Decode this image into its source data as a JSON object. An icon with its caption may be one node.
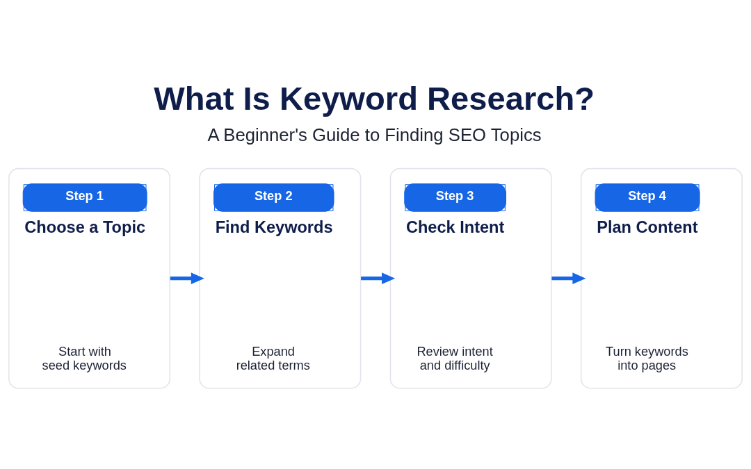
{
  "diagram": {
    "title": "What Is Keyword Research?",
    "nodes": [
      {
        "text": [
          "Step 1",
          "Choose a Topic",
          "Start with seed keywords"
        ]
      },
      {
        "text": [
          "Step 2",
          "Find Keywords",
          "Expand related terms"
        ]
      },
      {
        "text": [
          "Step 3",
          "Check Intent",
          "Review intent and difficulty"
        ]
      },
      {
        "text": [
          "Step 4",
          "Plan Content",
          "Turn keywords into pages"
        ]
      }
    ],
    "edges": [
      {
        "from": 0,
        "to": 1,
        "arrow": "to"
      },
      {
        "from": 1,
        "to": 2,
        "arrow": "to"
      },
      {
        "from": 2,
        "to": 3,
        "arrow": "to"
      }
    ],
    "labels": [
      "A Beginner's Guide to Finding SEO Topics"
    ]
  }
}
